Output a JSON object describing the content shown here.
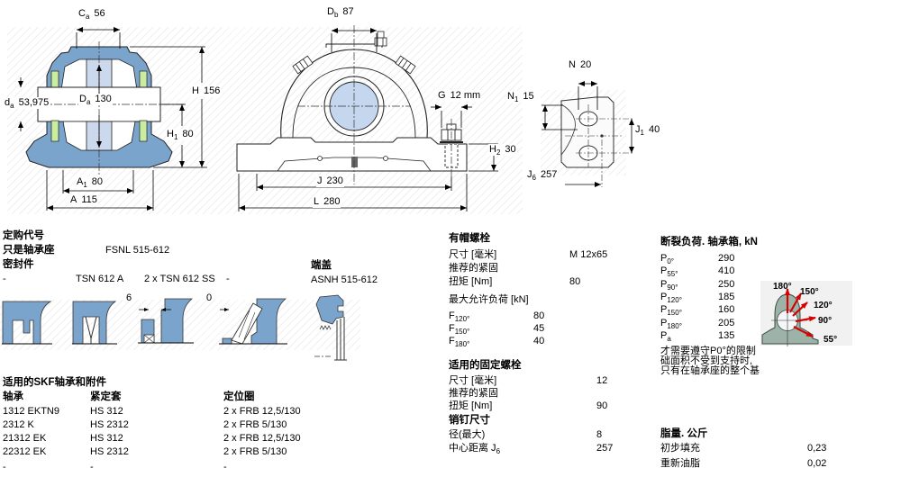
{
  "colors": {
    "housing_blue": "#7aa4cc",
    "bearing_blue": "#ccd9ec",
    "seal_green": "#c9ec9e",
    "bore_blue": "#c5d7ef",
    "arrow_red": "#d60000",
    "diagram_body": "#9eb3a7"
  },
  "views": {
    "front_section": {
      "dims": {
        "Ca": {
          "sym": "C",
          "sub": "a",
          "val": "56"
        },
        "da": {
          "sym": "d",
          "sub": "a",
          "val": "53,975"
        },
        "Da": {
          "sym": "D",
          "sub": "a",
          "val": "130"
        },
        "H": {
          "sym": "H",
          "sub": "",
          "val": "156"
        },
        "H1": {
          "sym": "H",
          "sub": "1",
          "val": "80"
        },
        "A1": {
          "sym": "A",
          "sub": "1",
          "val": "80"
        },
        "A": {
          "sym": "A",
          "sub": "",
          "val": "115"
        }
      }
    },
    "front_view": {
      "dims": {
        "Db": {
          "sym": "D",
          "sub": "b",
          "val": "87"
        },
        "G": {
          "sym": "G",
          "sub": "",
          "val": "12 mm"
        },
        "H2": {
          "sym": "H",
          "sub": "2",
          "val": "30"
        },
        "J": {
          "sym": "J",
          "sub": "",
          "val": "230"
        },
        "L": {
          "sym": "L",
          "sub": "",
          "val": "280"
        }
      }
    },
    "base_view": {
      "dims": {
        "N": {
          "sym": "N",
          "sub": "",
          "val": "20"
        },
        "N1": {
          "sym": "N",
          "sub": "1",
          "val": "15"
        },
        "J1": {
          "sym": "J",
          "sub": "1",
          "val": "40"
        },
        "J6": {
          "sym": "J",
          "sub": "6",
          "val": "257"
        }
      }
    }
  },
  "ordering": {
    "title": "定购代号",
    "housing_label": "只是轴承座",
    "housing_value": "FSNL 515-612",
    "seals_label": "密封件",
    "seal_options": [
      "-",
      "TSN 612 A",
      "2 x TSN 612 SS",
      "-"
    ],
    "seal_dims": [
      "6",
      "0"
    ],
    "end_cover_label": "端盖",
    "end_cover_value": "ASNH 515-612"
  },
  "cap_bolts": {
    "title": "有帽螺栓",
    "rows": [
      {
        "label": "尺寸 [毫米]",
        "value": "M 12x65"
      },
      {
        "label": "推荐的紧固",
        "value": ""
      },
      {
        "label": "扭矩 [Nm]",
        "value": "80"
      }
    ],
    "max_load_title": "最大允许负荷 [kN]",
    "loads": [
      {
        "sym": "F",
        "sub": "120°",
        "value": "80"
      },
      {
        "sym": "F",
        "sub": "150°",
        "value": "45"
      },
      {
        "sym": "F",
        "sub": "180°",
        "value": "40"
      }
    ]
  },
  "attachment_bolts": {
    "title": "适用的固定螺栓",
    "rows": [
      {
        "label": "尺寸 [毫米]",
        "value": "12"
      },
      {
        "label": "推荐的紧固",
        "value": ""
      },
      {
        "label": "扭矩 [Nm]",
        "value": "90"
      }
    ]
  },
  "pins": {
    "title": "销钉尺寸",
    "rows": [
      {
        "label": "径(最大)",
        "sub": "",
        "value": "8"
      },
      {
        "label": "中心距离 J",
        "sub": "6",
        "value": "257"
      }
    ]
  },
  "breaking_loads": {
    "title": "断裂负荷.  轴承箱, kN",
    "rows": [
      {
        "sym": "P",
        "sub": "0°",
        "value": "290"
      },
      {
        "sym": "P",
        "sub": "55°",
        "value": "410"
      },
      {
        "sym": "P",
        "sub": "90°",
        "value": "250"
      },
      {
        "sym": "P",
        "sub": "120°",
        "value": "185"
      },
      {
        "sym": "P",
        "sub": "150°",
        "value": "160"
      },
      {
        "sym": "P",
        "sub": "180°",
        "value": "205"
      },
      {
        "sym": "P",
        "sub": "a",
        "value": "135"
      }
    ],
    "note_lines": [
      "才需要遵守P0°的限制",
      "础面积不受到支持时,",
      "只有在轴承座的整个基"
    ],
    "diagram_labels": [
      "180°",
      "150°",
      "120°",
      "90°",
      "55°"
    ]
  },
  "bearings_table": {
    "title": "适用的SKF轴承和附件",
    "headers": [
      "轴承",
      "紧定套",
      "定位圈"
    ],
    "rows": [
      [
        "1312 EKTN9",
        "HS 312",
        "2 x FRB 12,5/130"
      ],
      [
        "2312 K",
        "HS 2312",
        "2 x FRB 5/130"
      ],
      [
        "21312 EK",
        "HS 312",
        "2 x FRB 12,5/130"
      ],
      [
        "22312 EK",
        "HS 2312",
        "2 x FRB 5/130"
      ],
      [
        "-",
        "-",
        "-"
      ]
    ]
  },
  "grease": {
    "title": "脂量.  公斤",
    "rows": [
      {
        "label": "初步填充",
        "value": "0,23"
      },
      {
        "label": "重新油脂",
        "value": "0,02"
      }
    ]
  }
}
